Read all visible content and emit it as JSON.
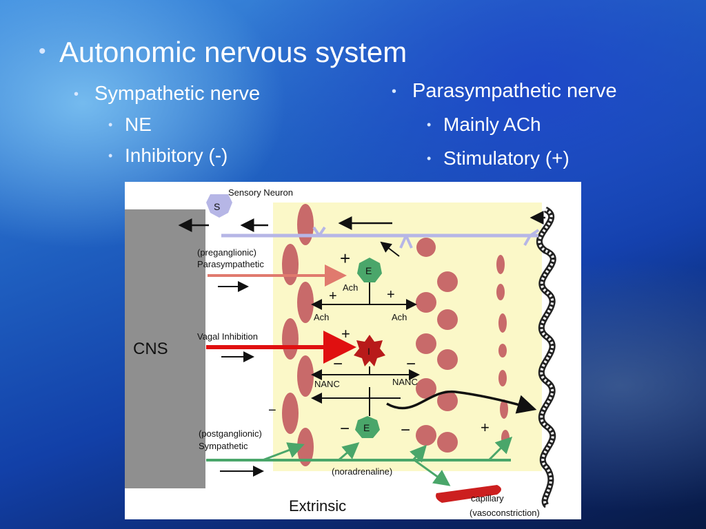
{
  "slide": {
    "title": "Autonomic nervous system",
    "sympathetic": {
      "heading": "Sympathetic nerve",
      "points": [
        "NE",
        "Inhibitory (-)"
      ]
    },
    "parasympathetic": {
      "heading": "Parasympathetic nerve",
      "points": [
        "Mainly ACh",
        "Stimulatory (+)"
      ]
    }
  },
  "diagram": {
    "sensory_neuron": "Sensory Neuron",
    "sensory_symbol": "S",
    "preganglionic": "(preganglionic)",
    "parasympathetic": "Parasympathetic",
    "cns": "CNS",
    "vagal_inhibition": "Vagal Inhibition",
    "postganglionic": "(postganglionic)",
    "sympathetic": "Sympathetic",
    "noradrenaline": "(noradrenaline)",
    "extrinsic": "Extrinsic",
    "capillary": "capillary",
    "vasoconstriction": "(vasoconstriction)",
    "ach_center": "Ach",
    "ach_left": "Ach",
    "ach_right": "Ach",
    "nanc_left": "NANC",
    "nanc_right": "NANC",
    "neuron_e_top": "E",
    "neuron_i": "I",
    "neuron_e_bottom": "E",
    "plus": "+",
    "minus": "−"
  },
  "colors": {
    "cns_gray": "#8f8f8f",
    "zone_yellow": "#fbf8c8",
    "circle_red": "#c86a6a",
    "neuron_green": "#4aa66a",
    "inhibitory_red": "#b81a1a",
    "sensory_lavender": "#b6b6e6",
    "arrow_salmon": "#e07a6e",
    "capillary_red": "#cc1f1f"
  }
}
